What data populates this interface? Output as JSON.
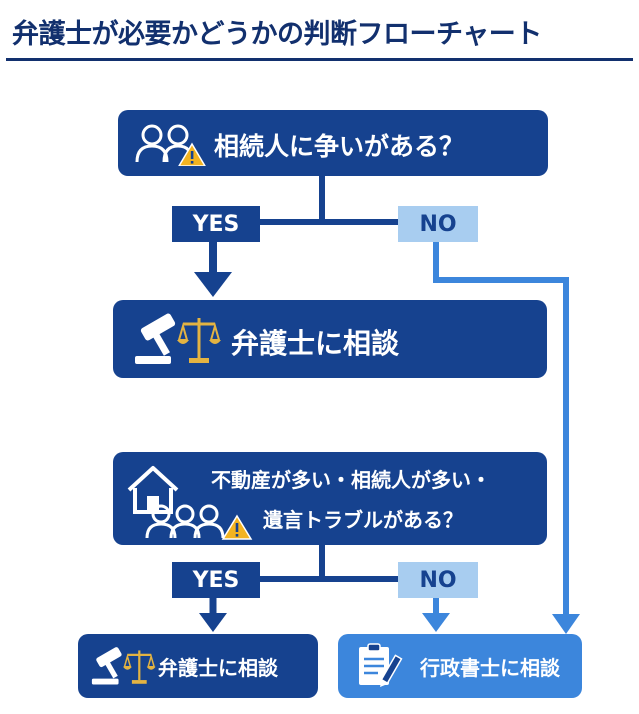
{
  "title": "弁護士が必要かどうかの判断フローチャート",
  "q1": {
    "text": "相続人に争いがある？"
  },
  "q1_yes": "YES",
  "q1_no": "NO",
  "r1": {
    "text": "弁護士に相談"
  },
  "q2": {
    "line1": "不動産が多い・相続人が多い・",
    "line2": "遺言トラブルがある？"
  },
  "q2_yes": "YES",
  "q2_no": "NO",
  "r2": {
    "text": "弁護士に相談"
  },
  "r3": {
    "text": "行政書士に相談"
  },
  "colors": {
    "dark_blue": "#16428f",
    "light_blue": "#3c86dc",
    "pale_blue": "#a8cdf0",
    "warning": "#f2b321",
    "gold": "#e3b342"
  }
}
